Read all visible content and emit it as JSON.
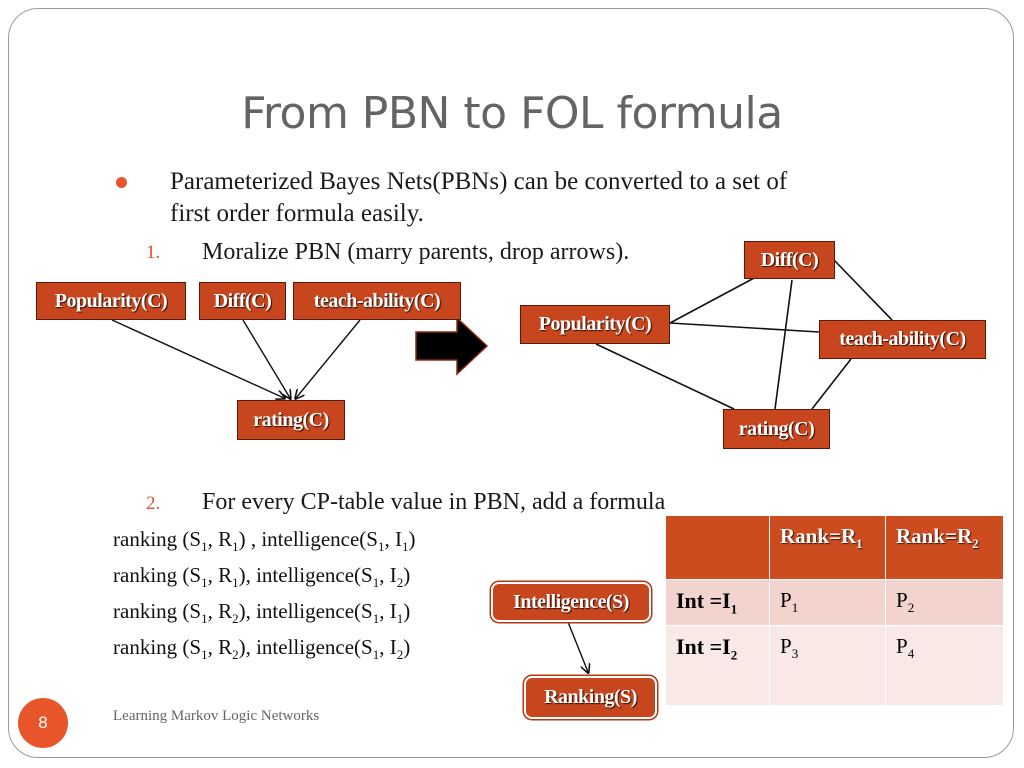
{
  "slide": {
    "title": "From PBN to FOL formula",
    "bullet": {
      "line1": "Parameterized Bayes Nets(PBNs) can be converted to a set of",
      "line2": "first order formula easily."
    },
    "steps": [
      {
        "number": "1.",
        "text": "Moralize PBN (marry parents, drop arrows)."
      },
      {
        "number": "2.",
        "text": "For every CP-table value in PBN, add a formula"
      }
    ],
    "formulas": [
      {
        "a": "ranking (S",
        "b": "1",
        "c": ", R",
        "d": "1",
        "e": ") , intelligence(S",
        "f": "1",
        "g": ", I",
        "h": "1",
        "i": ")"
      },
      {
        "a": "ranking (S",
        "b": "1",
        "c": ", R",
        "d": "1",
        "e": "),  intelligence(S",
        "f": "1",
        "g": ", I",
        "h": "2",
        "i": ")"
      },
      {
        "a": "ranking (S",
        "b": "1",
        "c": ", R",
        "d": "2",
        "e": "), intelligence(S",
        "f": "1",
        "g": ", I",
        "h": "1",
        "i": ")"
      },
      {
        "a": "ranking (S",
        "b": "1",
        "c": ", R",
        "d": "2",
        "e": "), intelligence(S",
        "f": "1",
        "g": ", I",
        "h": "2",
        "i": ")"
      }
    ],
    "left_graph": {
      "popularity": "Popularity(C)",
      "diff": "Diff(C)",
      "teach": "teach-ability(C)",
      "rating": "rating(C)"
    },
    "right_graph": {
      "diff": "Diff(C)",
      "popularity": "Popularity(C)",
      "teach": "teach-ability(C)",
      "rating": "rating(C)"
    },
    "small_graph": {
      "intelligence": "Intelligence(S)",
      "ranking": "Ranking(S)"
    },
    "cp_table": {
      "header": [
        {
          "main": "",
          "sub": ""
        },
        {
          "main": "Rank=R",
          "sub": "1"
        },
        {
          "main": "Rank=R",
          "sub": "2"
        }
      ],
      "rows": [
        {
          "label": "Int =I",
          "label_sub": "1",
          "c1": "P",
          "c1_sub": "1",
          "c2": "P",
          "c2_sub": "2"
        },
        {
          "label": "Int =I",
          "label_sub": "2",
          "c1": "P",
          "c1_sub": "3",
          "c2": "P",
          "c2_sub": "4"
        }
      ]
    },
    "page_number": "8",
    "footer": "Learning Markov Logic Networks",
    "colors": {
      "accent": "#e8552b",
      "node_fill": "#c8461e",
      "title": "#646464"
    }
  }
}
